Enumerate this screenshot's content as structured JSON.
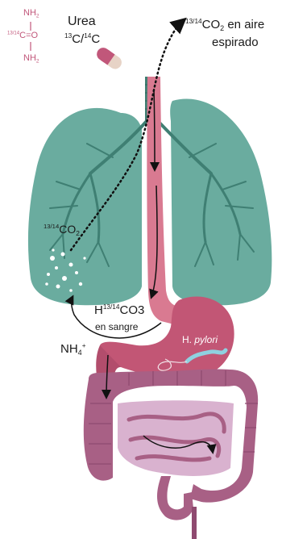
{
  "formula": {
    "nh2_top": "NH",
    "nh2_top_sub": "2",
    "isotope_sup": "13/14",
    "c_eq_o": "C=O",
    "nh2_bottom": "NH",
    "nh2_bottom_sub": "2"
  },
  "urea": {
    "title": "Urea",
    "sup13": "13",
    "c1": "C/",
    "sup14": "14",
    "c2": "C"
  },
  "expired": {
    "sup": "13/14",
    "co": "CO",
    "sub": "2",
    "line1": " en aire",
    "line2": "espirado"
  },
  "lung_co2": {
    "sup": "13/14",
    "co": "CO",
    "sub": "2"
  },
  "blood": {
    "h": "H",
    "sup": "13/14",
    "co3": "CO3",
    "line2": "en sangre"
  },
  "ammonium": {
    "nh": "NH",
    "sub": "4",
    "sup": "+"
  },
  "bacteria": {
    "label_prefix": "H. ",
    "label_italic": "pylori"
  },
  "colors": {
    "lung": "#62a89a",
    "lung_dark": "#3f7f73",
    "esophagus": "#d97a91",
    "stomach": "#c25675",
    "intestine": "#a86085",
    "intestine_inner": "#d9b2cf",
    "formula": "#c1577a",
    "arrow": "#111111"
  }
}
